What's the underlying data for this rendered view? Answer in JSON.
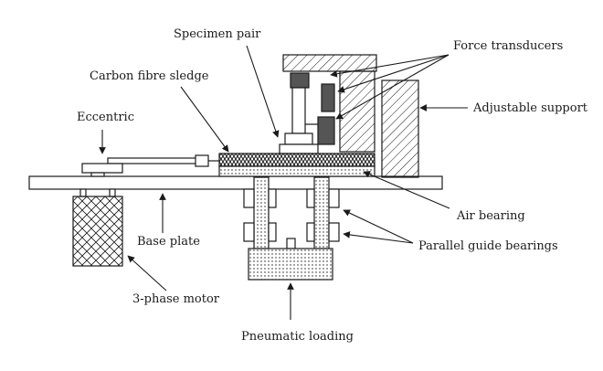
{
  "figure": {
    "labels": {
      "specimen_pair": "Specimen pair",
      "force_transducers": "Force transducers",
      "carbon_fibre_sledge": "Carbon fibre sledge",
      "adjustable_support": "Adjustable support",
      "eccentric": "Eccentric",
      "air_bearing": "Air bearing",
      "base_plate": "Base plate",
      "parallel_guide_bearings": "Parallel guide bearings",
      "three_phase_motor": "3-phase motor",
      "pneumatic_loading": "Pneumatic loading"
    }
  }
}
